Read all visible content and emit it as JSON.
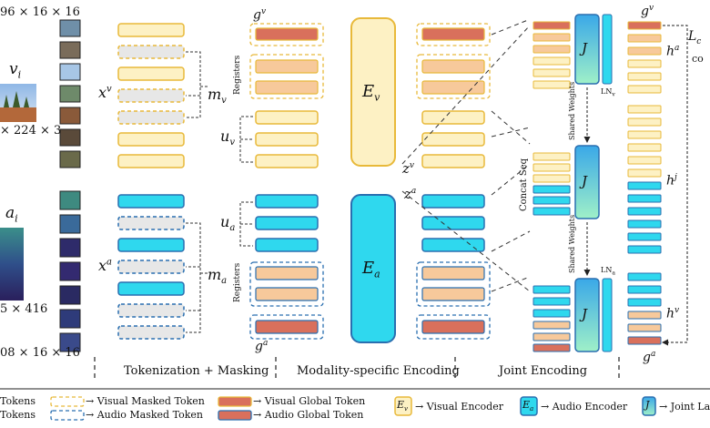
{
  "inputs": {
    "visual_dim_top": "96 × 16 × 16",
    "visual_name": "v",
    "visual_sub": "i",
    "visual_img_dim": "× 224 × 3",
    "audio_name": "a",
    "audio_sub": "i",
    "audio_dim": "5 × 416",
    "audio_dim_bottom": "08 × 16 × 16"
  },
  "labels": {
    "xv": "x",
    "xv_sup": "v",
    "xa": "x",
    "xa_sup": "a",
    "mv": "m",
    "mv_sub": "v",
    "uv": "u",
    "uv_sub": "v",
    "ua": "u",
    "ua_sub": "a",
    "ma": "m",
    "ma_sub": "a",
    "gv_top": "g",
    "gv_top_sup": "v",
    "ga_bot": "g",
    "ga_bot_sup": "a",
    "registers_top": "Registers",
    "registers_bottom": "Registers",
    "ev": "E",
    "ev_sub": "v",
    "ea": "E",
    "ea_sub": "a",
    "zv": "z",
    "zv_sup": "v",
    "za": "z",
    "za_sup": "a",
    "concat_seq": "Concat Seq",
    "shared_weights_1": "Shared Weights",
    "shared_weights_2": "Shared Weights",
    "j_top": "J",
    "j_mid": "J",
    "j_bot": "J",
    "ln_v": "LN",
    "ln_v_sub": "v",
    "ln_a": "LN",
    "ln_a_sub": "a",
    "gv_right": "g",
    "gv_right_sup": "v",
    "ga_right": "g",
    "ga_right_sup": "a",
    "ha": "h",
    "ha_sup": "a",
    "hj": "h",
    "hj_sup": "j",
    "hv": "h",
    "hv_sup": "v",
    "lc": "L",
    "lc_sub": "c",
    "lc_cut": "co"
  },
  "sections": {
    "tokenization": "Tokenization + Masking",
    "modality": "Modality-specific Encoding",
    "joint": "Joint Encoding"
  },
  "legend": {
    "visual_tokens": "Tokens",
    "audio_tokens": "Tokens",
    "visual_masked": "→ Visual Masked Token",
    "audio_masked": "→ Audio Masked Token",
    "visual_global": "→ Visual Global Token",
    "audio_global": "→ Audio Global Token",
    "visual_encoder": "→ Visual Encoder",
    "audio_encoder": "→ Audio Encoder",
    "joint_layer": "→ Joint La",
    "enc_v": "E",
    "enc_v_sub": "v",
    "enc_a": "E",
    "enc_a_sub": "a",
    "enc_j": "J"
  },
  "colors": {
    "visual_token_fill": "#fdf1c4",
    "visual_token_stroke": "#e8b93a",
    "audio_token_fill": "#2fd8ee",
    "audio_token_stroke": "#2a6fb0",
    "masked_fill": "#e7e7e7",
    "register_fill": "#f7c99b",
    "global_fill": "#d9705c",
    "encoder_v_fill": "#fdf1c4",
    "encoder_a_fill": "#2fd8ee",
    "joint_fill": "#7fe6d8"
  }
}
